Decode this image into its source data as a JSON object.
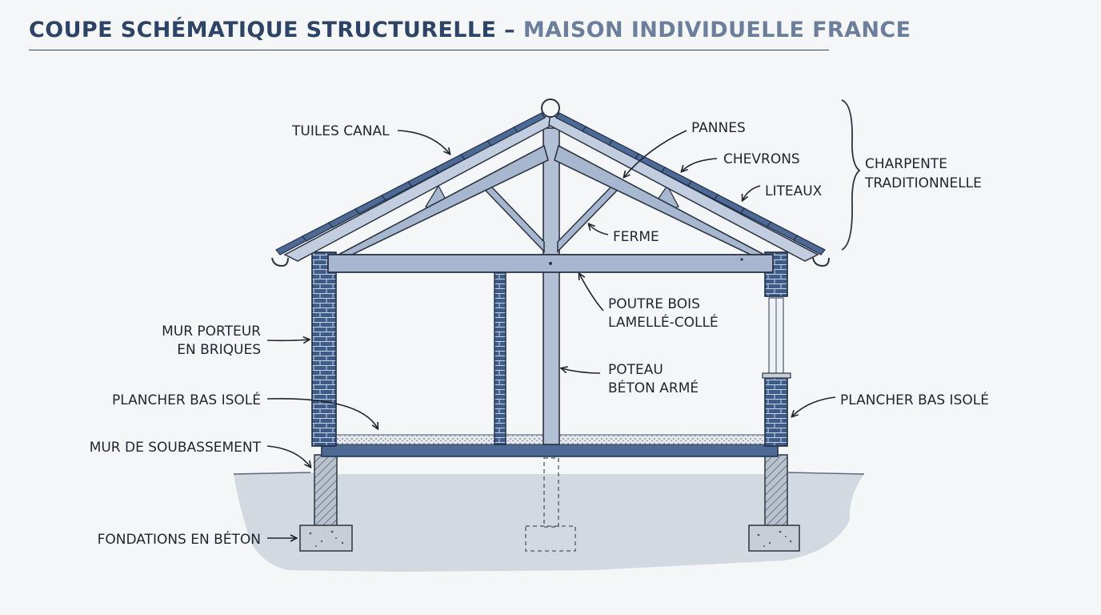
{
  "title": {
    "main": "COUPE SCHÉMATIQUE STRUCTURELLE",
    "separator": " – ",
    "sub": "MAISON INDIVIDUELLE FRANCE"
  },
  "labels": {
    "tuiles_canal": "TUILES CANAL",
    "pannes": "PANNES",
    "chevrons": "CHEVRONS",
    "liteaux": "LITEAUX",
    "charpente_1": "CHARPENTE",
    "charpente_2": "TRADITIONNELLE",
    "ferme": "FERME",
    "poutre_1": "POUTRE BOIS",
    "poutre_2": "LAMELLÉ-COLLÉ",
    "poteau_1": "POTEAU",
    "poteau_2": "BÉTON ARMÉ",
    "mur_porteur_1": "MUR PORTEUR",
    "mur_porteur_2": "EN BRIQUES",
    "plancher_left": "PLANCHER BAS ISOLÉ",
    "plancher_right": "PLANCHER BAS ISOLÉ",
    "soubassement": "MUR DE SOUBASSEMENT",
    "fondations": "FONDATIONS EN BÉTON"
  },
  "colors": {
    "ink": "#1f2530",
    "accent_blue": "#4d6a95",
    "brick": "#3f5c88",
    "timber": "#a7b7cf",
    "ground": "#d3d9e1",
    "title_dark": "#2d4466",
    "title_light": "#6b7f9c"
  }
}
